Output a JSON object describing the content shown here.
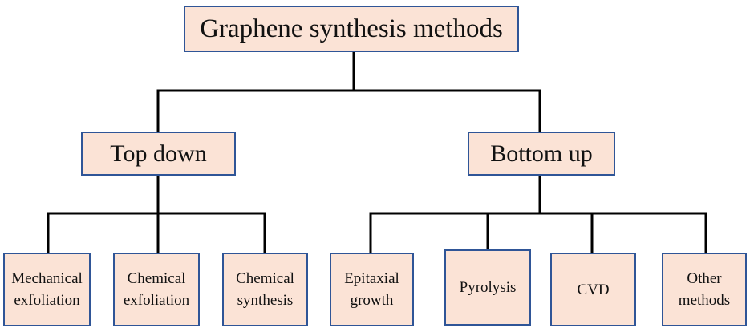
{
  "diagram": {
    "root": {
      "label": "Graphene synthesis methods"
    },
    "branches": [
      {
        "label": "Top down",
        "children": [
          {
            "lines": [
              "Mechanical",
              "exfoliation"
            ]
          },
          {
            "lines": [
              "Chemical",
              "exfoliation"
            ]
          },
          {
            "lines": [
              "Chemical",
              "synthesis"
            ]
          }
        ]
      },
      {
        "label": "Bottom up",
        "children": [
          {
            "lines": [
              "Epitaxial",
              "growth"
            ]
          },
          {
            "lines": [
              "Pyrolysis"
            ]
          },
          {
            "lines": [
              "CVD"
            ]
          },
          {
            "lines": [
              "Other",
              "methods"
            ]
          }
        ]
      }
    ],
    "colors": {
      "box_fill": "#fbe3d6",
      "box_border": "#2f5597",
      "connector": "#000000",
      "text": "#111111"
    }
  }
}
